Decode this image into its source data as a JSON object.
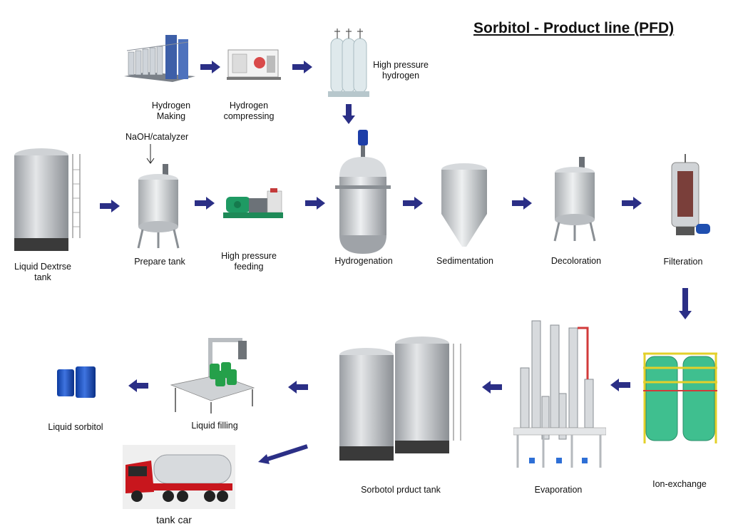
{
  "title": "Sorbitol - Product line (PFD)",
  "labels": {
    "hydrogen_making": "Hydrogen\nMaking",
    "hydrogen_compressing": "Hydrogen\ncompressing",
    "high_pressure_hydrogen": "High pressure\nhydrogen",
    "naoh_catalyzer": "NaOH/catalyzer",
    "liquid_dextrose_tank": "Liquid Dextrse\ntank",
    "prepare_tank": "Prepare tank",
    "high_pressure_feeding": "High pressure\nfeeding",
    "hydrogenation": "Hydrogenation",
    "sedimentation": "Sedimentation",
    "decoloration": "Decoloration",
    "filteration": "Filteration",
    "ion_exchange": "Ion-exchange",
    "evaporation": "Evaporation",
    "product_tank": "Sorbotol prduct tank",
    "liquid_filling": "Liquid filling",
    "liquid_sorbitol": "Liquid sorbitol",
    "tank_car": "tank car"
  },
  "colors": {
    "arrow": "#2b2f86",
    "steel": "#c9cdd1",
    "dark_base": "#3a3a3a",
    "ion_green": "#3fbf8f",
    "truck_red": "#c8161d"
  }
}
